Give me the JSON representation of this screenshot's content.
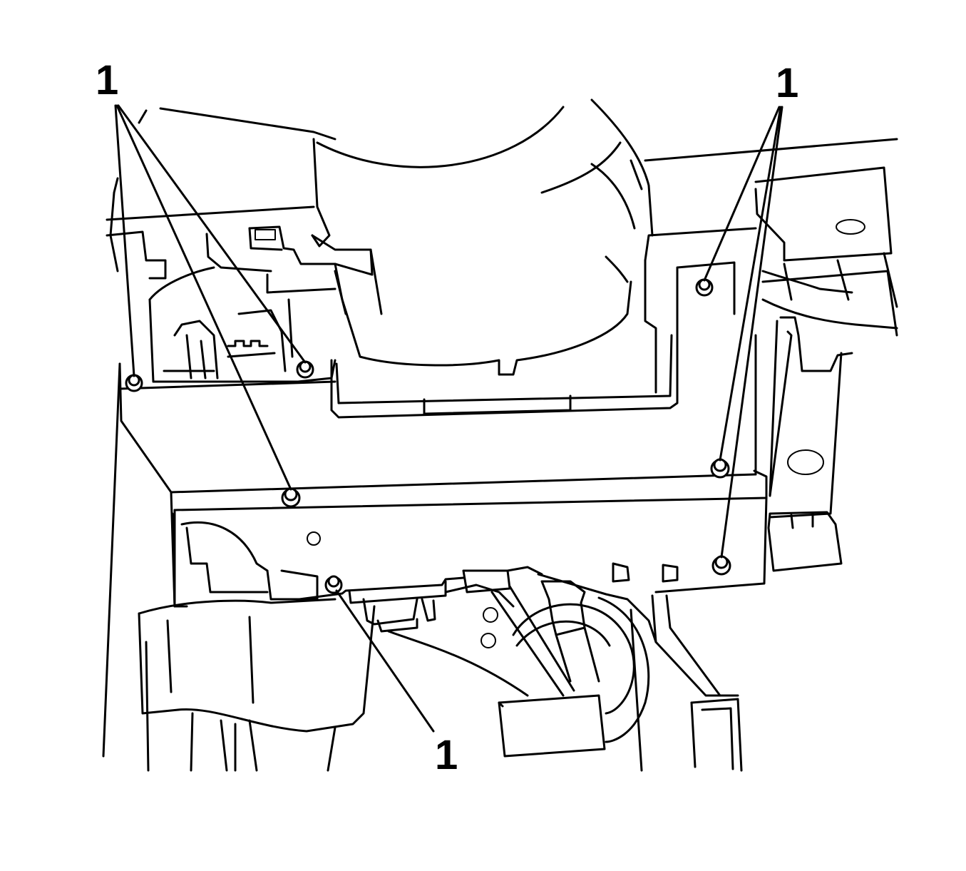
{
  "diagram": {
    "callouts": [
      {
        "id": "top-left",
        "label": "1"
      },
      {
        "id": "top-right",
        "label": "1"
      },
      {
        "id": "bottom-center",
        "label": "1"
      }
    ],
    "line_color": "#000000",
    "background_color": "#ffffff"
  }
}
